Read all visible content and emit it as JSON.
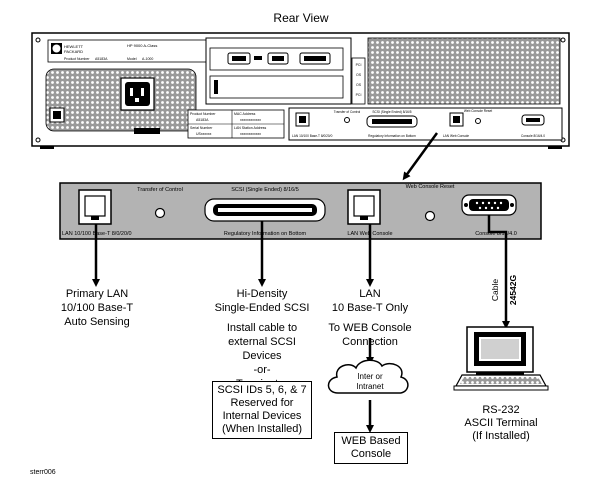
{
  "title": "Rear View",
  "chassis": {
    "logo_line1": "HEWLETT",
    "logo_line2": "PACKARD",
    "model": "HP 9000 A-Class",
    "product_number_label": "Product Number",
    "product_number_value": "A5183A",
    "model_label": "Model",
    "model_value": "A-1000",
    "table_product_number": "Product Number",
    "table_product_value": "A5183A",
    "table_mac_address": "MAC Address",
    "table_mac_value": "xxxxxxxxxxxx",
    "table_serial_number": "Serial Number",
    "table_serial_value": "USxxxxxx",
    "table_lan_station": "LAN Station Address",
    "table_lan_value": "xxxxxxxxxxxx",
    "mini_lan": "LAN 10/100 Base-T 8/0/20/0",
    "mini_transfer": "Transfer of Control",
    "mini_scsi": "SCSI (Single Ended) 8/16/5",
    "mini_regulatory": "Regulatory Information on Bottom",
    "mini_lan_web": "LAN Web Console",
    "mini_web_reset": "Web Console Reset",
    "mini_console": "Console 8/16/4.0",
    "slot_labels": [
      "PCI",
      "OS",
      "OS",
      "PCI"
    ]
  },
  "panel": {
    "transfer_label": "Transfer of Control",
    "scsi_label": "SCSI (Single Ended) 8/16/5",
    "web_reset_label": "Web Console Reset",
    "lan_label": "LAN 10/100 Base-T 8/0/20/0",
    "regulatory_label": "Regulatory Information on Bottom",
    "lan_web_label": "LAN Web Console",
    "console_label": "Console 8/16/4.0"
  },
  "callouts": {
    "primary_lan": [
      "Primary LAN",
      "10/100 Base-T",
      "Auto Sensing"
    ],
    "scsi_title": [
      "Hi-Density",
      "Single-Ended SCSI"
    ],
    "scsi_install": [
      "Install cable to",
      "external SCSI",
      "Devices",
      "-or-",
      "Terminator"
    ],
    "scsi_ids": [
      "SCSI IDs 5, 6, & 7",
      "Reserved for",
      "Internal Devices",
      "(When Installed)"
    ],
    "lan_web_title": [
      "LAN",
      "10 Base-T Only"
    ],
    "lan_web_conn": [
      "To WEB Console",
      "Connection"
    ],
    "cloud": [
      "Inter or",
      "Intranet"
    ],
    "web_console": [
      "WEB Based",
      "Console"
    ],
    "cable_label": "Cable",
    "cable_part": "24542G",
    "terminal": [
      "RS-232",
      "ASCII Terminal",
      "(If Installed)"
    ]
  },
  "figure_id": "sterr006"
}
